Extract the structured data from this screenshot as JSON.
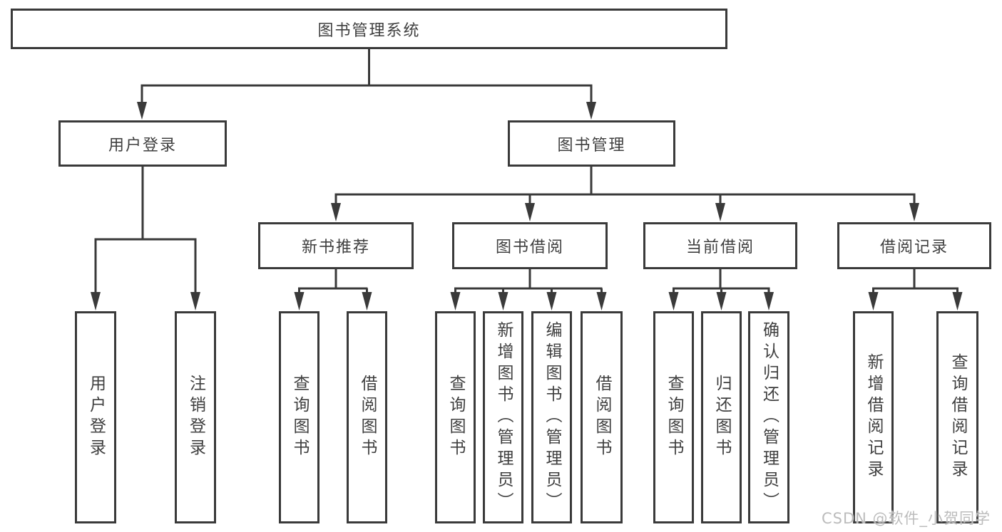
{
  "diagram_title": "图书管理系统",
  "watermark": "CSDN @软件_小贺同学",
  "colors": {
    "line": "#3a3a3a",
    "box_border": "#3a3a3a",
    "text": "#3f3f3f",
    "background": "#ffffff",
    "watermark": "#bcbcbc"
  },
  "tree": {
    "label": "图书管理系统",
    "children": [
      {
        "label": "用户登录",
        "children": [
          {
            "label": "用户登录"
          },
          {
            "label": "注销登录"
          }
        ]
      },
      {
        "label": "图书管理",
        "children": [
          {
            "label": "新书推荐",
            "children": [
              {
                "label": "查询图书"
              },
              {
                "label": "借阅图书"
              }
            ]
          },
          {
            "label": "图书借阅",
            "children": [
              {
                "label": "查询图书"
              },
              {
                "label": "新增图书（管理员）"
              },
              {
                "label": "编辑图书（管理员）"
              },
              {
                "label": "借阅图书"
              }
            ]
          },
          {
            "label": "当前借阅",
            "children": [
              {
                "label": "查询图书"
              },
              {
                "label": "归还图书"
              },
              {
                "label": "确认归还（管理员）"
              }
            ]
          },
          {
            "label": "借阅记录",
            "children": [
              {
                "label": "新增借阅记录"
              },
              {
                "label": "查询借阅记录"
              }
            ]
          }
        ]
      }
    ]
  }
}
